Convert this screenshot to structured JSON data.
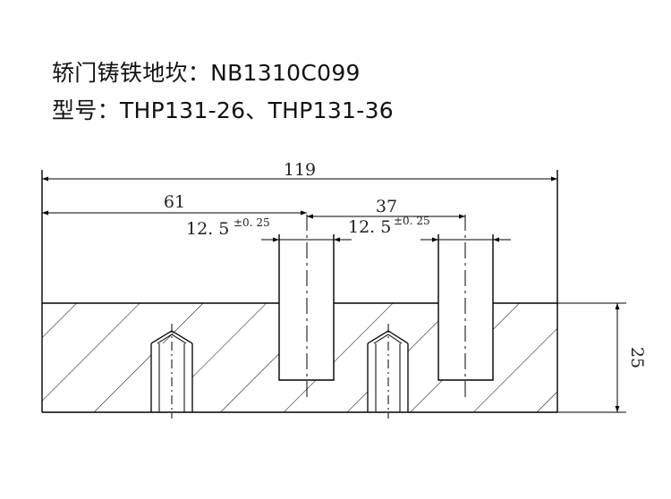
{
  "header": {
    "title": "轿门铸铁地坎：NB1310C099",
    "model": "型号：THP131-26、THP131-36"
  },
  "dimensions": {
    "overall_width": "119",
    "left_offset": "61",
    "slot_spacing": "37",
    "slot_width_1": "12. 5",
    "slot_tol_1": "±0. 25",
    "slot_width_2": "12. 5",
    "slot_tol_2": "±0. 25",
    "height": "25"
  }
}
